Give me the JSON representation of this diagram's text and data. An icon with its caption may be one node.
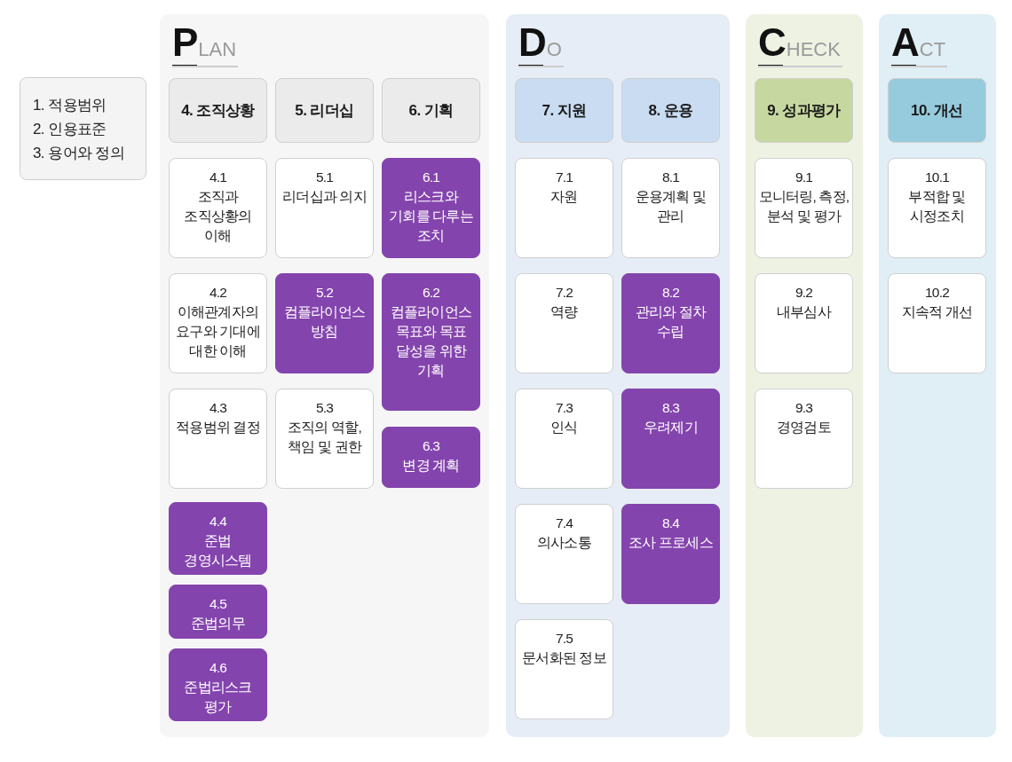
{
  "diagram": {
    "nodes": [
      {
        "text": [
          "1. 적용범위",
          "2. 인용표준",
          "3. 용어와 정의"
        ]
      },
      {
        "text": [
          "PLAN"
        ]
      },
      {
        "text": [
          "4. 조직상황"
        ],
        "in": 1
      },
      {
        "text": [
          "5. 리더십"
        ],
        "in": 1
      },
      {
        "text": [
          "6. 기획"
        ],
        "in": 1
      },
      {
        "text": [
          "4.1",
          "조직과 조직상황의 이해"
        ],
        "in": 1
      },
      {
        "text": [
          "5.1",
          "리더십과 의지"
        ],
        "in": 1
      },
      {
        "text": [
          "6.1",
          "리스크와 기회를 다루는 조치"
        ],
        "in": 1
      },
      {
        "text": [
          "4.2",
          "이해관계자의 요구와 기대에 대한 이해"
        ],
        "in": 1
      },
      {
        "text": [
          "5.2",
          "컴플라이언스 방침"
        ],
        "in": 1
      },
      {
        "text": [
          "6.2",
          "컴플라이언스 목표와 목표 달성을 위한 기획"
        ],
        "in": 1
      },
      {
        "text": [
          "4.3",
          "적용범위 결정"
        ],
        "in": 1
      },
      {
        "text": [
          "5.3",
          "조직의 역할, 책임 및 권한"
        ],
        "in": 1
      },
      {
        "text": [
          "6.3",
          "변경 계획"
        ],
        "in": 1
      },
      {
        "text": [
          "4.4",
          "준법 경영시스템"
        ],
        "in": 1
      },
      {
        "text": [
          "4.5",
          "준법의무"
        ],
        "in": 1
      },
      {
        "text": [
          "4.6",
          "준법리스크 평가"
        ],
        "in": 1
      },
      {
        "text": [
          "DO"
        ]
      },
      {
        "text": [
          "7. 지원"
        ],
        "in": 17
      },
      {
        "text": [
          "8. 운용"
        ],
        "in": 17
      },
      {
        "text": [
          "7.1",
          "자원"
        ],
        "in": 17
      },
      {
        "text": [
          "8.1",
          "운용계획 및 관리"
        ],
        "in": 17
      },
      {
        "text": [
          "7.2",
          "역량"
        ],
        "in": 17
      },
      {
        "text": [
          "8.2",
          "관리와 절차 수립"
        ],
        "in": 17
      },
      {
        "text": [
          "7.3",
          "인식"
        ],
        "in": 17
      },
      {
        "text": [
          "8.3",
          "우려제기"
        ],
        "in": 17
      },
      {
        "text": [
          "7.4",
          "의사소통"
        ],
        "in": 17
      },
      {
        "text": [
          "8.4",
          "조사 프로세스"
        ],
        "in": 17
      },
      {
        "text": [
          "7.5",
          "문서화된 정보"
        ],
        "in": 17
      },
      {
        "text": [
          "CHECK"
        ]
      },
      {
        "text": [
          "9. 성과평가"
        ],
        "in": 29
      },
      {
        "text": [
          "9.1",
          "모니터링, 측정, 분석 및 평가"
        ],
        "in": 29
      },
      {
        "text": [
          "9.2",
          "내부심사"
        ],
        "in": 29
      },
      {
        "text": [
          "9.3",
          "경영검토"
        ],
        "in": 29
      },
      {
        "text": [
          "ACT"
        ]
      },
      {
        "text": [
          "10. 개선"
        ],
        "in": 34
      },
      {
        "text": [
          "10.1",
          "부적합 및 시정조치"
        ],
        "in": 34
      },
      {
        "text": [
          "10.2",
          "지속적 개선"
        ],
        "in": 34
      }
    ]
  }
}
